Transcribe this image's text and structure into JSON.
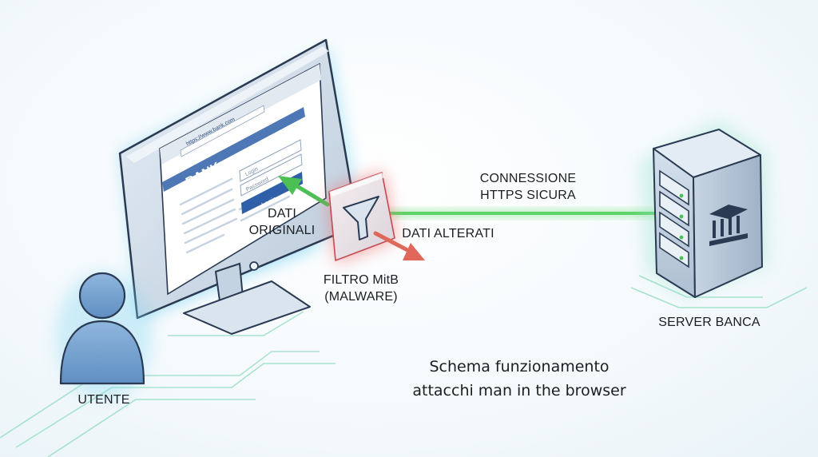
{
  "labels": {
    "dati_originali": [
      "DATI",
      "ORIGINALI"
    ],
    "dati_alterati": "DATI ALTERATI",
    "connessione": [
      "CONNESSIONE",
      "HTTPS SICURA"
    ],
    "filtro": [
      "FILTRO MitB",
      "(MALWARE)"
    ],
    "server": "SERVER BANCA",
    "utente": "UTENTE"
  },
  "caption": [
    "Schema funzionamento",
    "attacchi man in the browser"
  ],
  "browser": {
    "url": "https://www.bank.com",
    "brand": "BANK",
    "login_field": "Login",
    "password_field": "Password",
    "login_button": "Login"
  },
  "colors": {
    "secure_link": "#5ed36a",
    "original_arrow": "#4cbf55",
    "altered_arrow": "#e0685a",
    "malware_glow": "#f06b6b",
    "screen_glow": "#7fd4f0",
    "outline": "#2a3a52",
    "bank_blue": "#2f5fa8"
  },
  "icons": [
    "bank-icon",
    "funnel-icon",
    "user-icon",
    "server-icon"
  ]
}
